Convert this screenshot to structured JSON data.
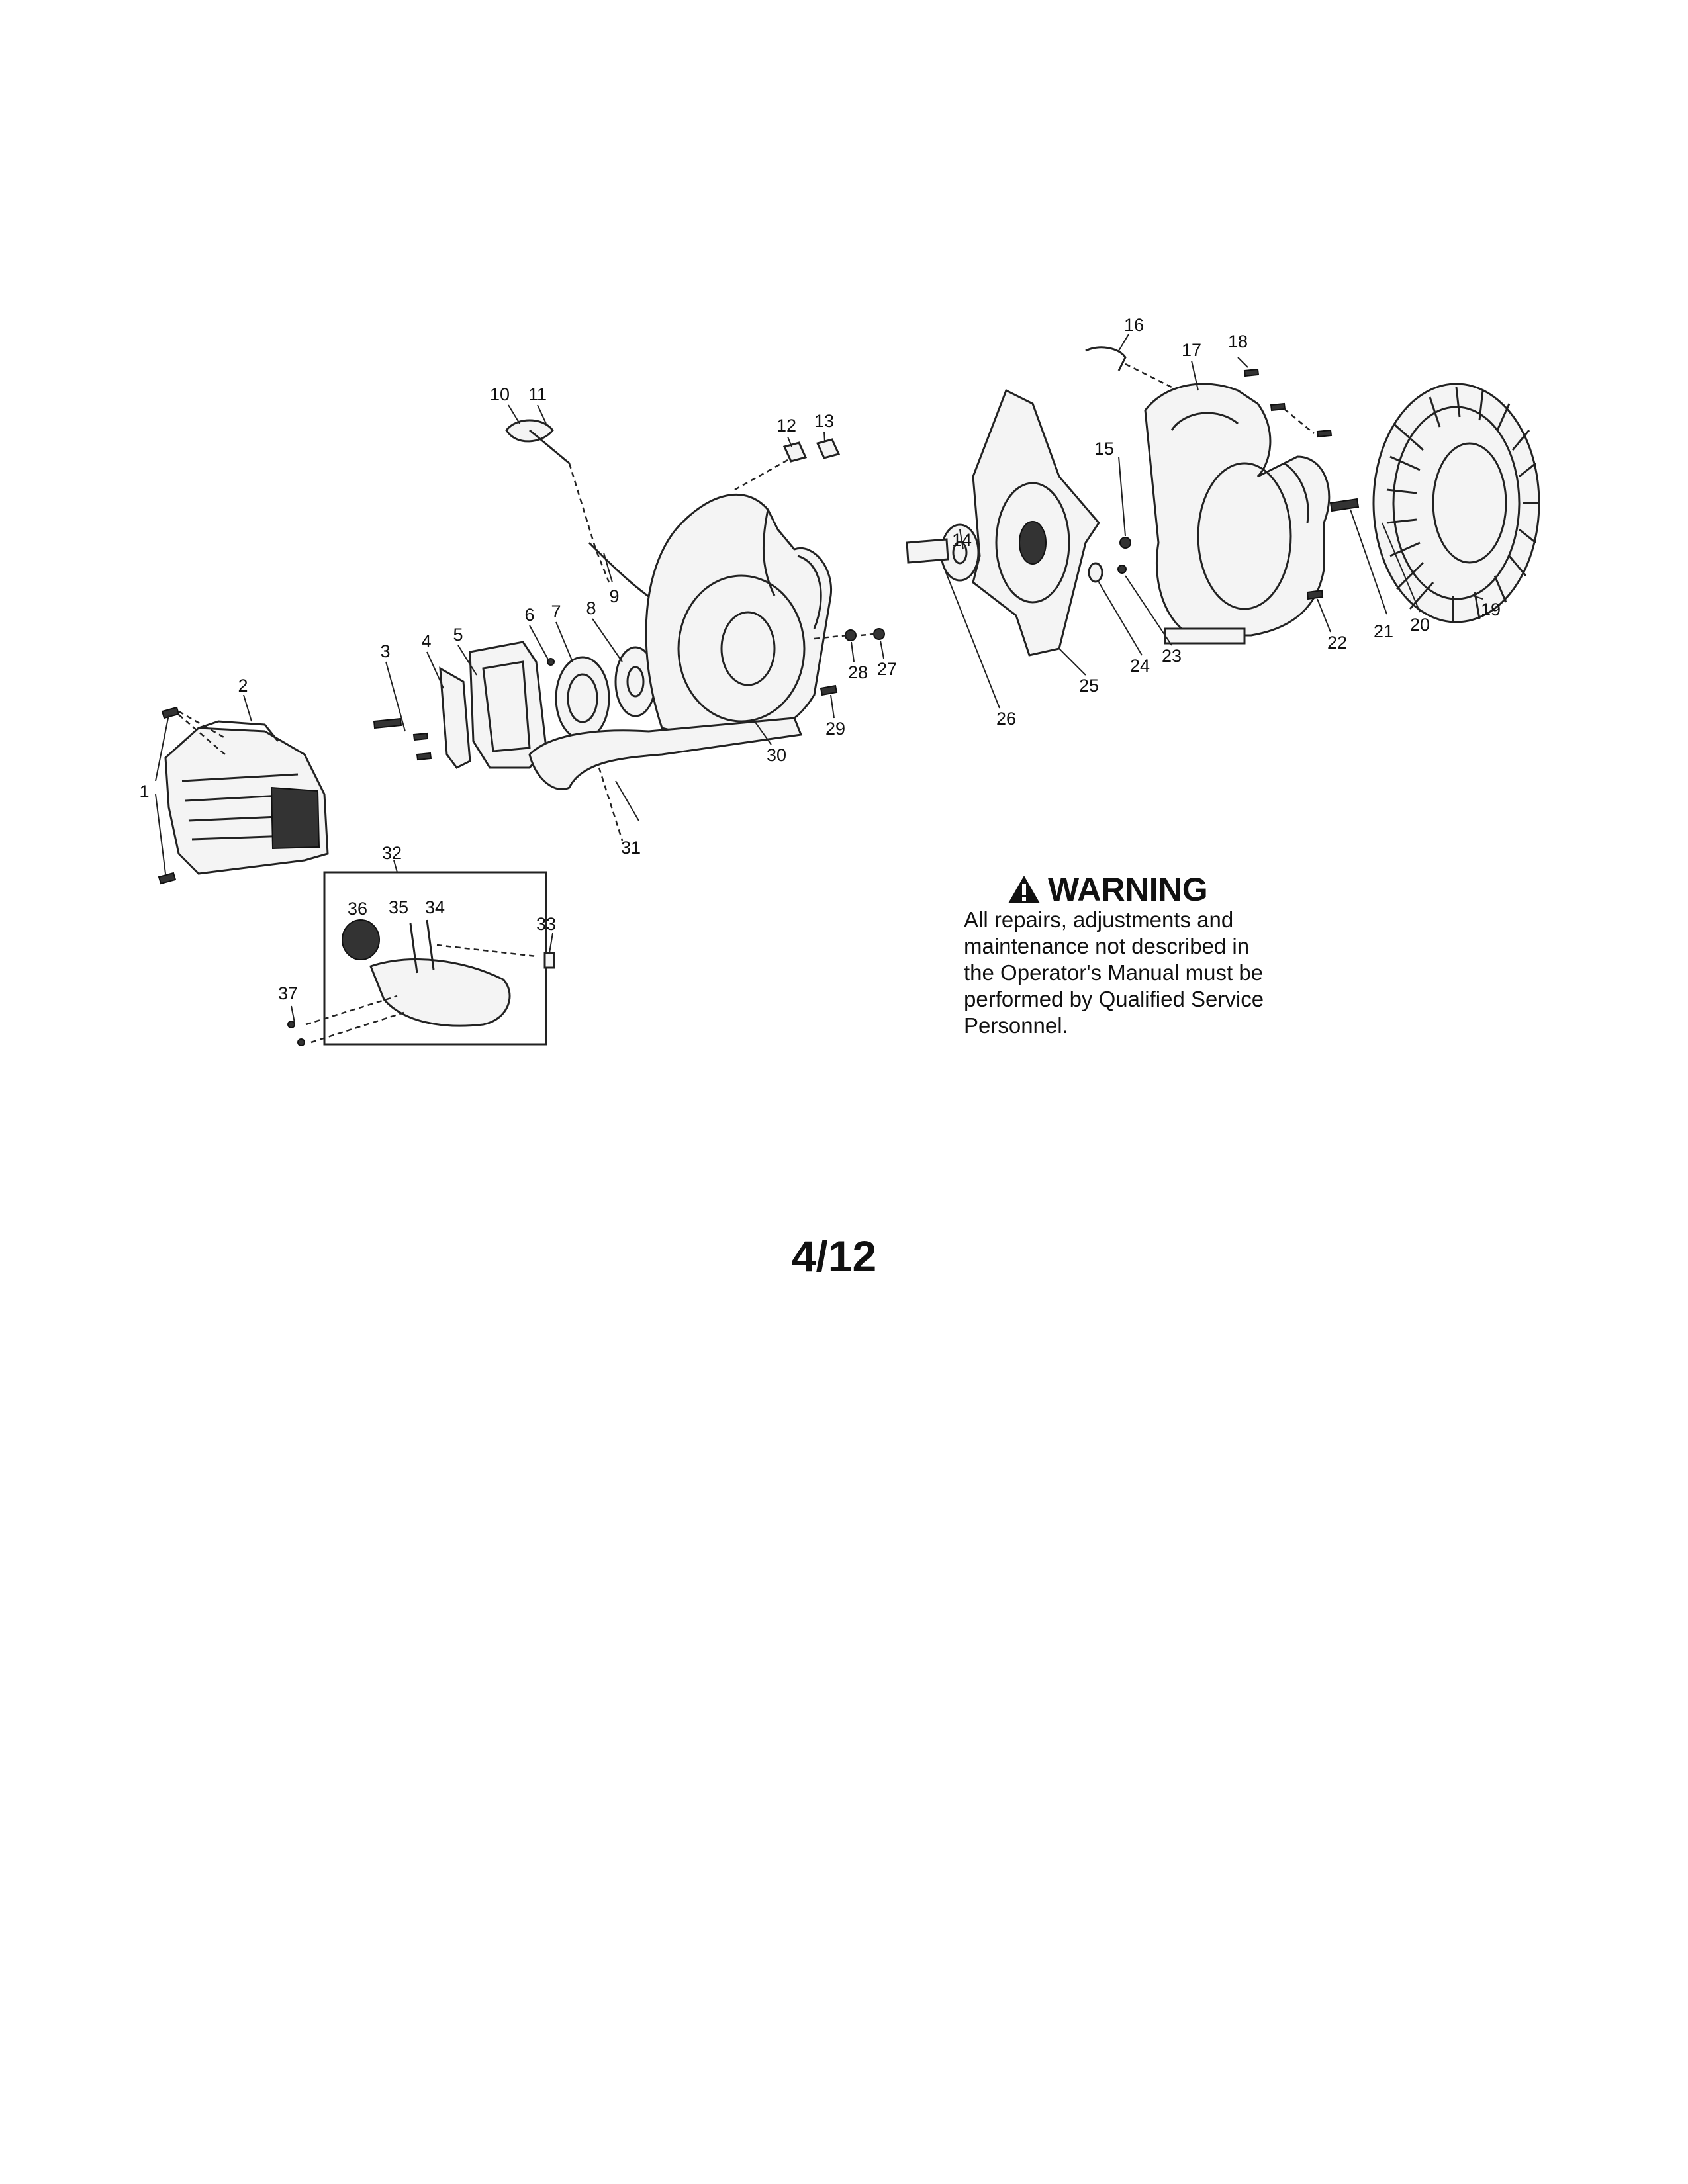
{
  "callouts": [
    "1",
    "2",
    "3",
    "4",
    "5",
    "6",
    "7",
    "8",
    "9",
    "10",
    "11",
    "12",
    "13",
    "14",
    "15",
    "16",
    "17",
    "18",
    "19",
    "20",
    "21",
    "22",
    "23",
    "24",
    "25",
    "26",
    "27",
    "28",
    "29",
    "30",
    "31",
    "32",
    "33",
    "34",
    "35",
    "36",
    "37"
  ],
  "warning": {
    "title": "WARNING",
    "icon": "warning-triangle-icon",
    "text": "All repairs, adjustments and\nmaintenance not described in\nthe Operator's Manual must be\nperformed by Qualified Service\nPersonnel."
  },
  "page_number": "4/12"
}
